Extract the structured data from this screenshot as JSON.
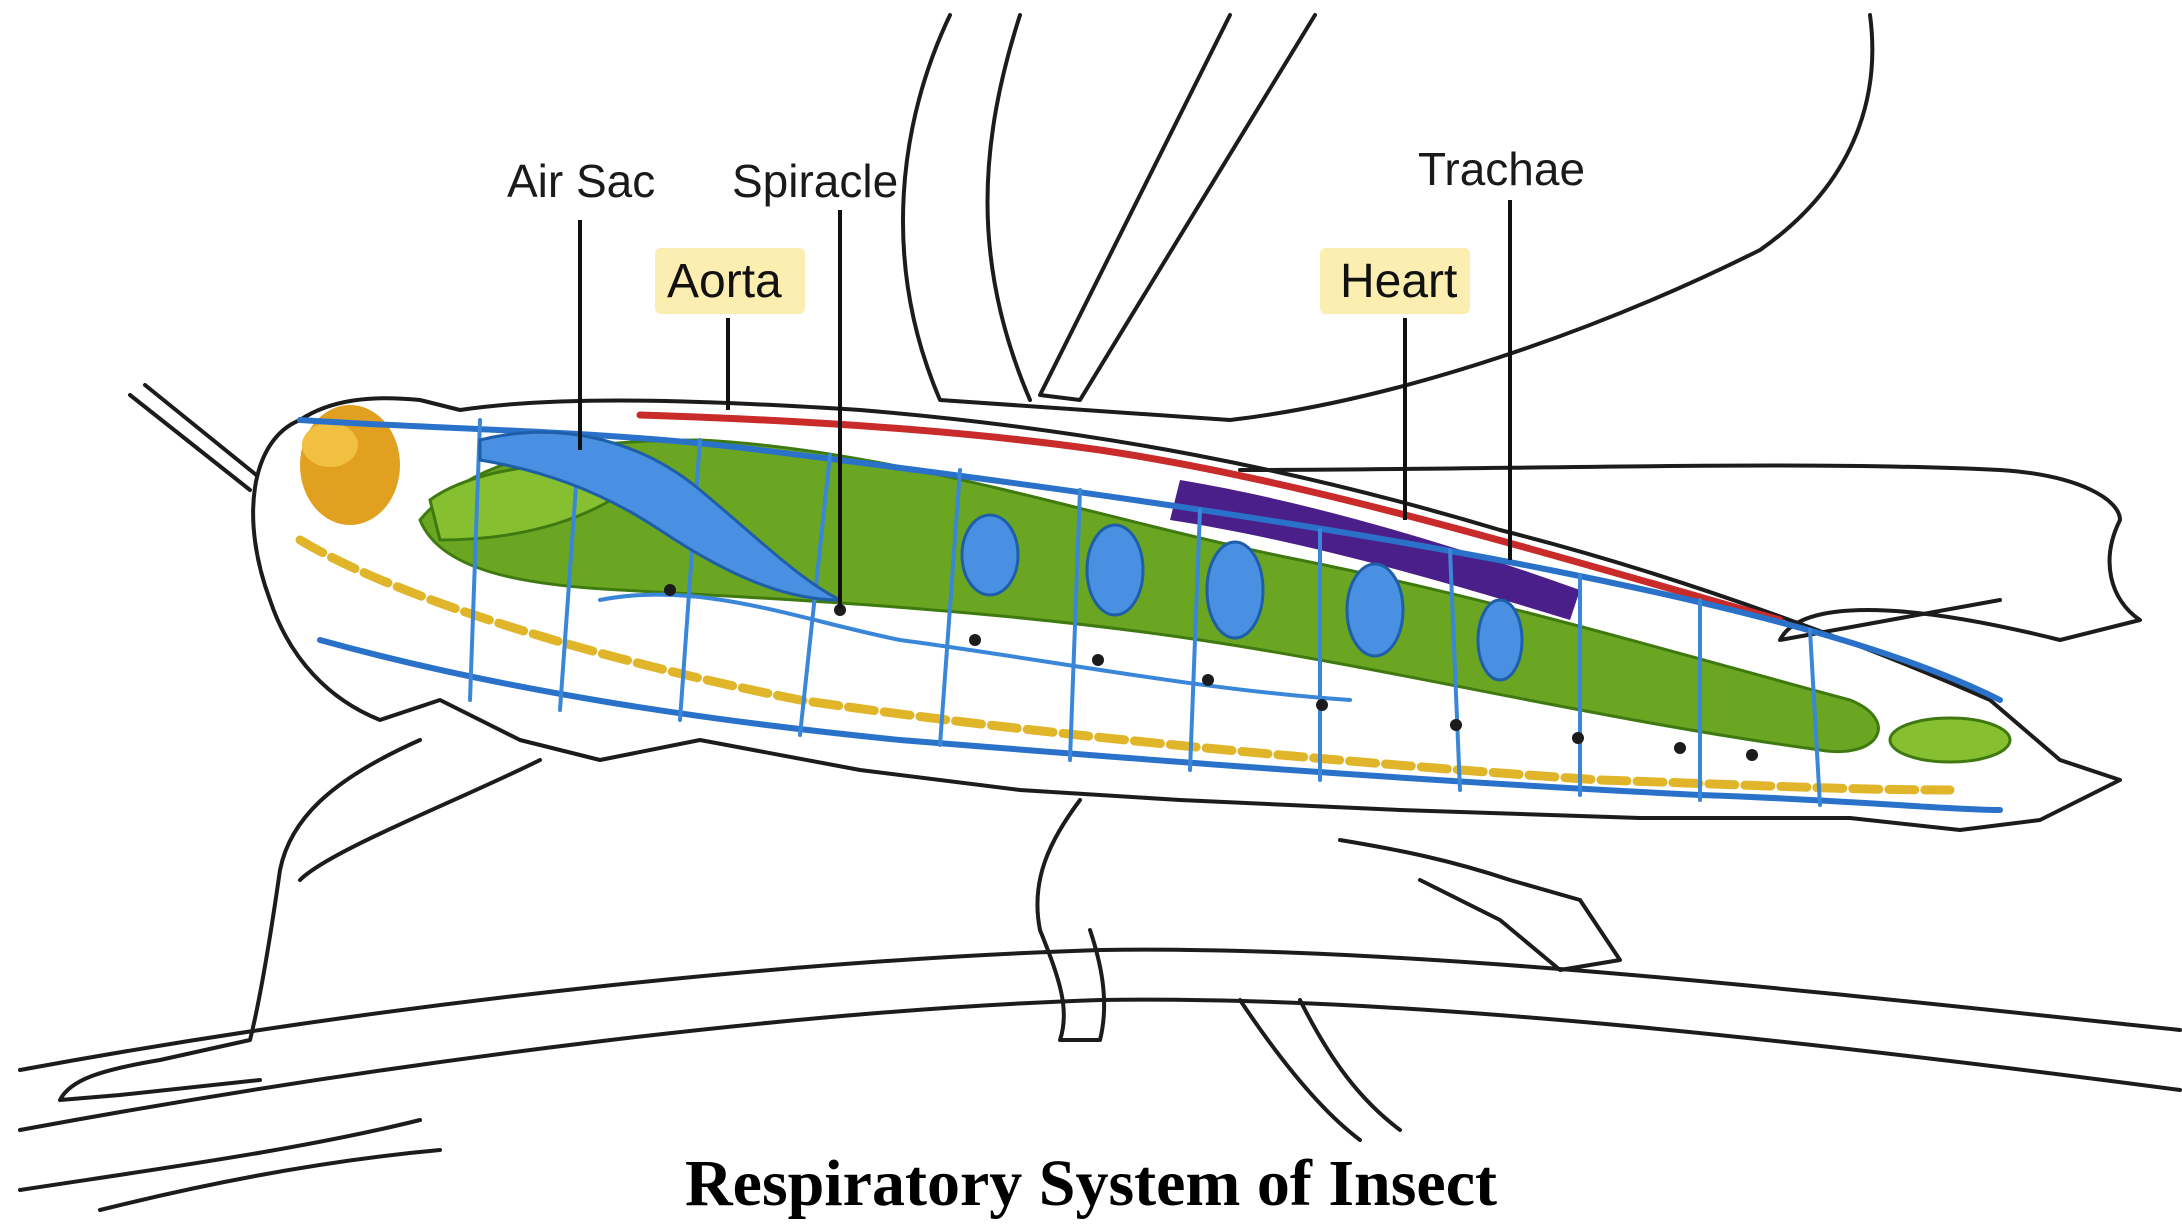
{
  "diagram": {
    "caption": "Respiratory System of Insect",
    "labels": {
      "air_sac": "Air Sac",
      "spiracle": "Spiracle",
      "aorta": "Aorta",
      "heart": "Heart",
      "trachae": "Trachae"
    },
    "colors": {
      "label_highlight": "#fbeeb0",
      "trachea": "#2a72c9",
      "air_sac": "#4a90e2",
      "gut": "#6aa621",
      "heart": "#4b1f8a",
      "aorta": "#c92a2a",
      "nerve_cord": "#e0b52a",
      "brain": "#e2a020"
    }
  }
}
